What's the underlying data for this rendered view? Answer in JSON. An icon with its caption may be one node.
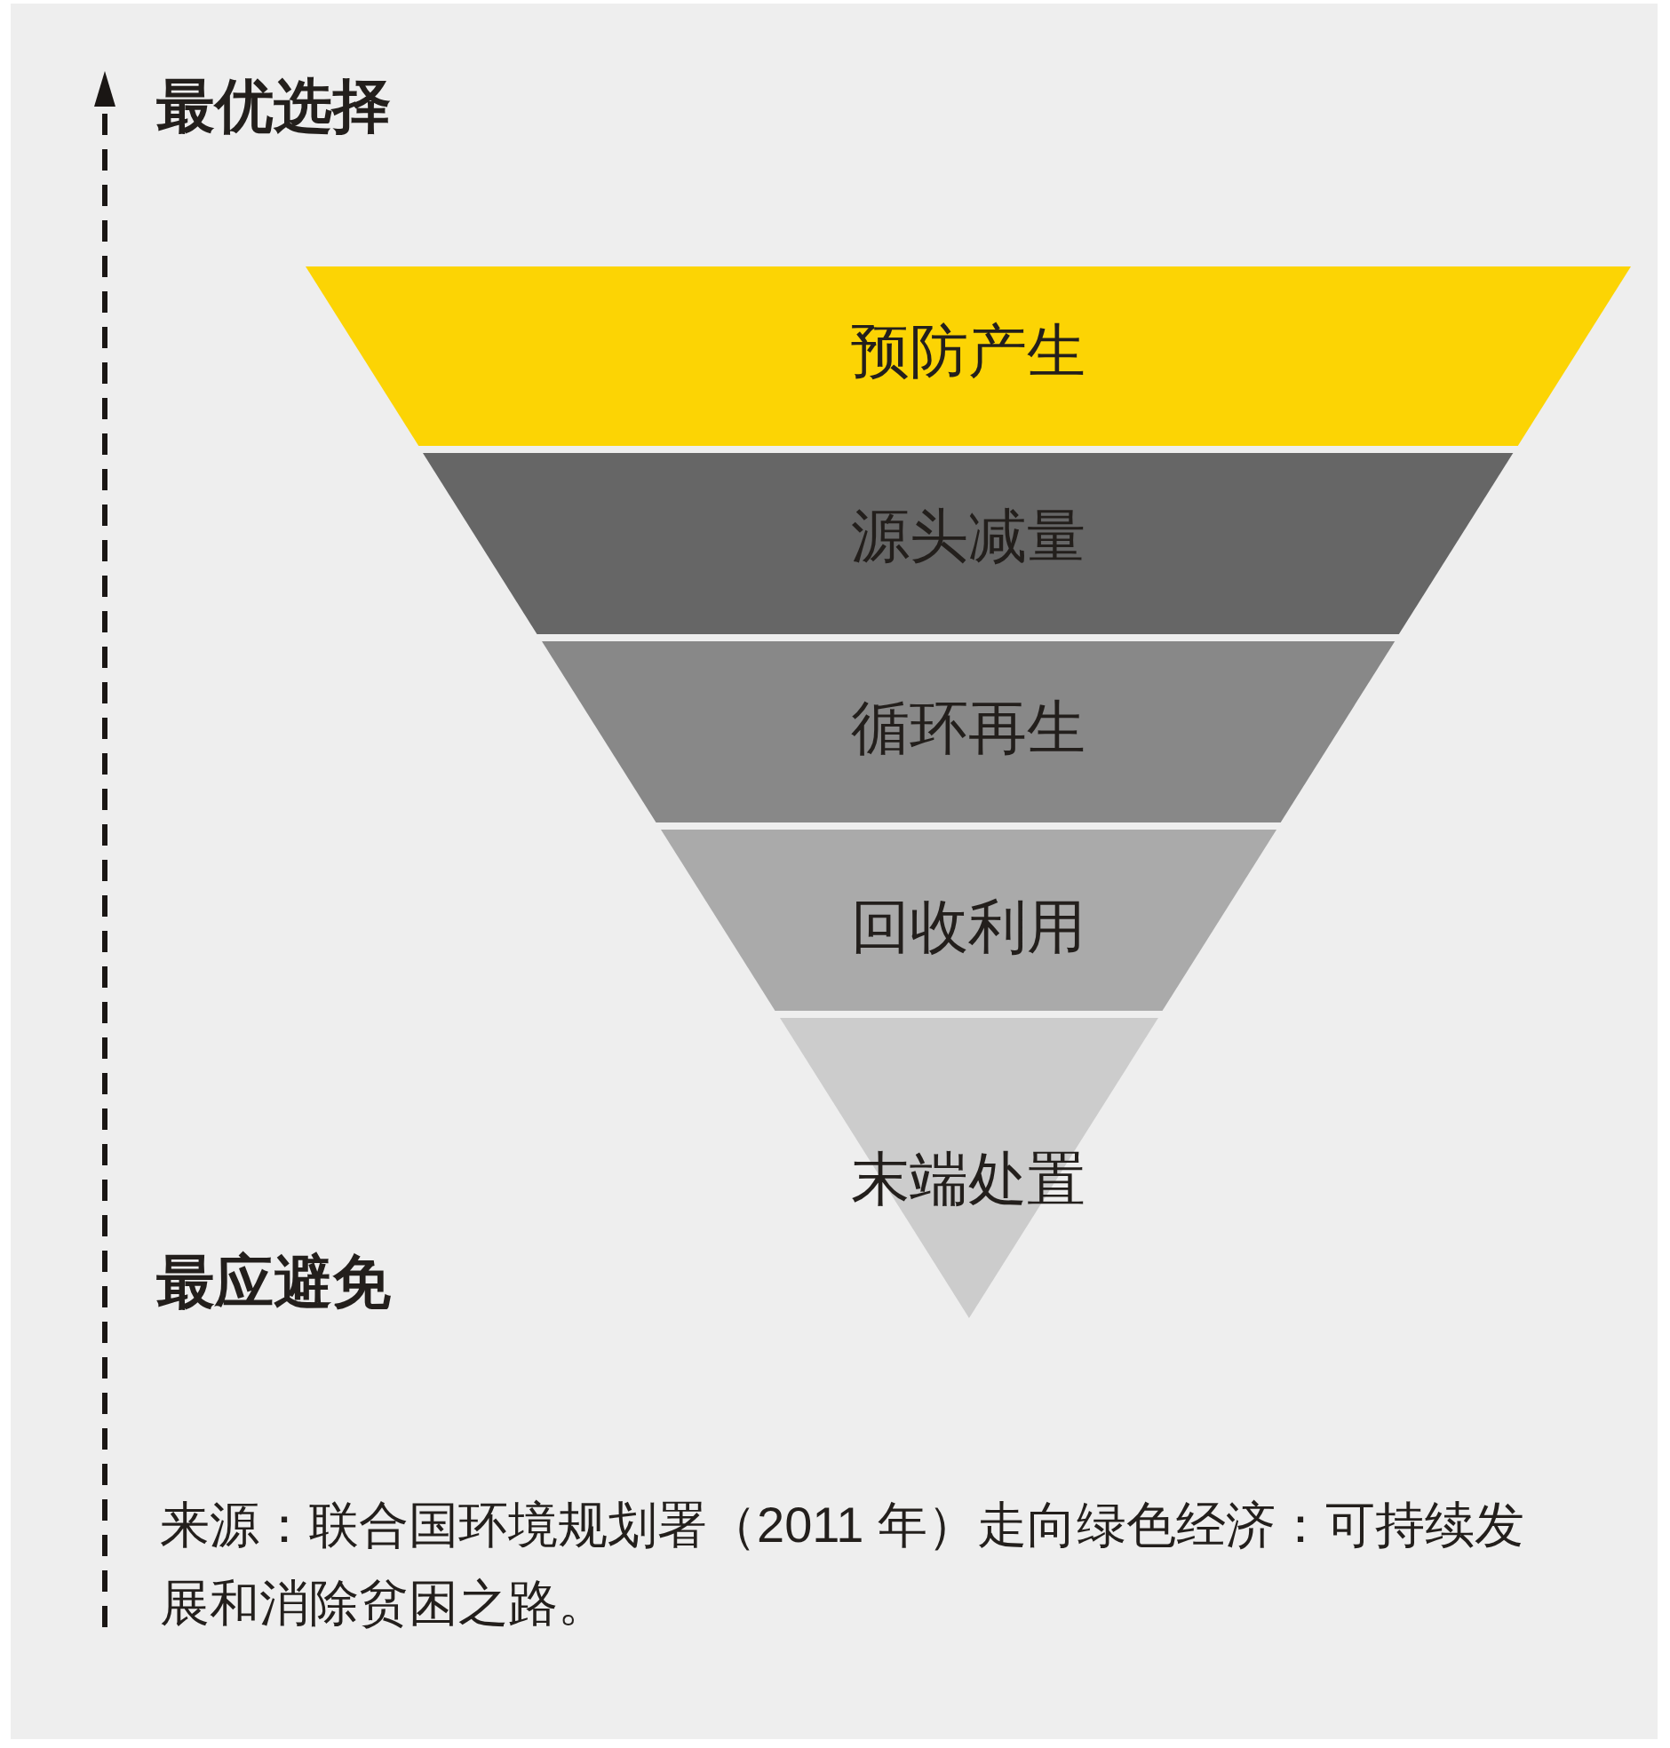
{
  "diagram": {
    "nodes": [
      {
        "text": [
          "预防产生"
        ]
      },
      {
        "text": [
          "源头减量"
        ]
      },
      {
        "text": [
          "循环再生"
        ]
      },
      {
        "text": [
          "回收利用"
        ]
      },
      {
        "text": [
          "末端处置"
        ]
      }
    ],
    "labels": [
      "最优选择",
      "最应避免"
    ],
    "caption": "来源：联合国环境规划署（2011 年）走向绿色经济：可持续发展和消除贫困之路。"
  }
}
